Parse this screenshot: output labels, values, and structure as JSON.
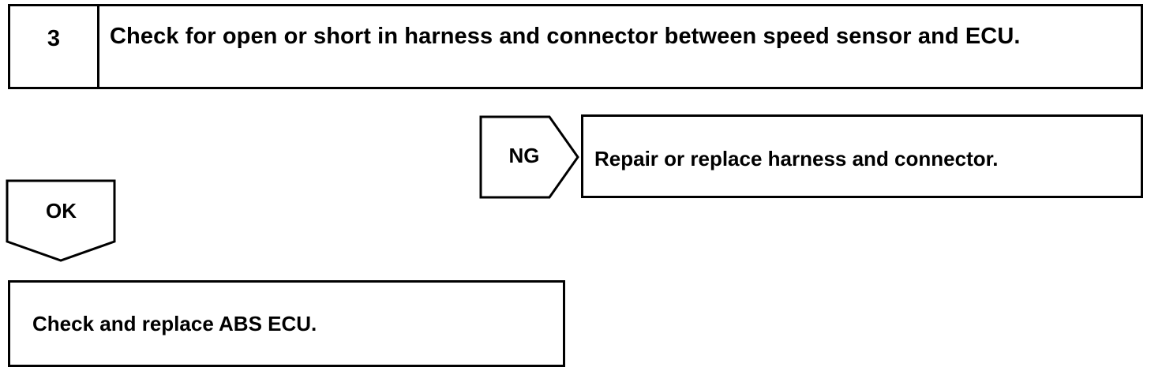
{
  "step": {
    "number": "3",
    "text": "Check for open or short in harness and connector between speed sensor and ECU."
  },
  "ng_branch": {
    "label": "NG",
    "result": "Repair or replace harness and connector."
  },
  "ok_branch": {
    "label": "OK",
    "result": "Check and replace ABS ECU."
  }
}
